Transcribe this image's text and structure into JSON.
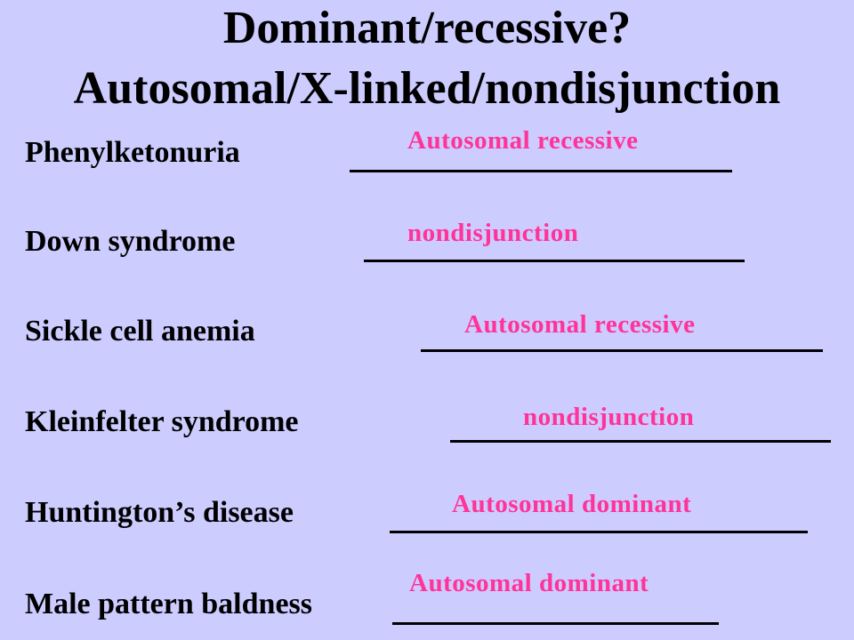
{
  "slide": {
    "title_line1": "Dominant/recessive?",
    "title_line2": "Autosomal/X-linked/nondisjunction",
    "answer_color": "#ff3399",
    "background_color": "#ccccff",
    "rows": [
      {
        "label": "Phenylketonuria",
        "answer": "Autosomal recessive"
      },
      {
        "label": "Down syndrome",
        "answer": "nondisjunction"
      },
      {
        "label": "Sickle cell anemia",
        "answer": "Autosomal recessive"
      },
      {
        "label": "Kleinfelter syndrome",
        "answer": "nondisjunction"
      },
      {
        "label": "Huntington’s disease",
        "answer": "Autosomal dominant"
      },
      {
        "label": "Male pattern baldness",
        "answer": "Autosomal dominant"
      }
    ]
  }
}
